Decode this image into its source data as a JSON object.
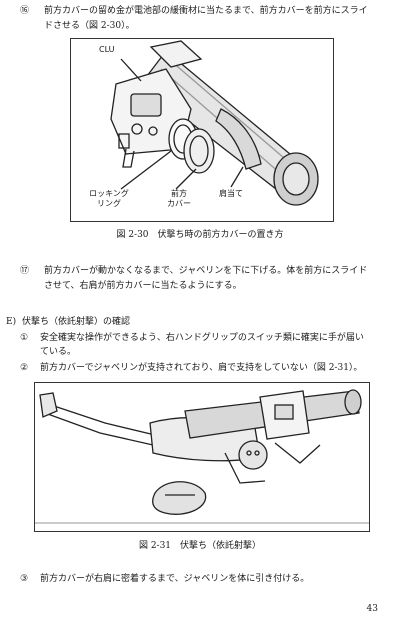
{
  "step16": {
    "num": "⑯",
    "line1": "前方カバーの留め金が電池部の緩衝材に当たるまで、前方カバーを前方にスライ",
    "line2": "ドさせる（図 2-30）。"
  },
  "figure1": {
    "labels": {
      "clu": "CLU",
      "locking_ring_1": "ロッキング",
      "locking_ring_2": "リング",
      "front_cover_1": "前方",
      "front_cover_2": "カバー",
      "shoulder_pad": "肩当て"
    },
    "caption": "図 2-30　伏撃ち時の前方カバーの置き方"
  },
  "step17": {
    "num": "⑰",
    "line1": "前方カバーが動かなくなるまで、ジャベリンを下に下げる。体を前方にスライド",
    "line2": "させて、右肩が前方カバーに当たるようにする。"
  },
  "sectionE": {
    "letter": "E)",
    "title": "伏撃ち（依託射撃）の確認"
  },
  "check1": {
    "num": "①",
    "line1": "安全確実な操作ができるよう、右ハンドグリップのスイッチ類に確実に手が届い",
    "line2": "ている。"
  },
  "check2": {
    "num": "②",
    "line1": "前方カバーでジャベリンが支持されており、肩で支持をしていない（図 2-31）。"
  },
  "figure2": {
    "caption": "図 2-31　伏撃ち（依託射撃）"
  },
  "check3": {
    "num": "③",
    "line1": "前方カバーが右肩に密着するまで、ジャベリンを体に引き付ける。"
  },
  "page_number": "43"
}
